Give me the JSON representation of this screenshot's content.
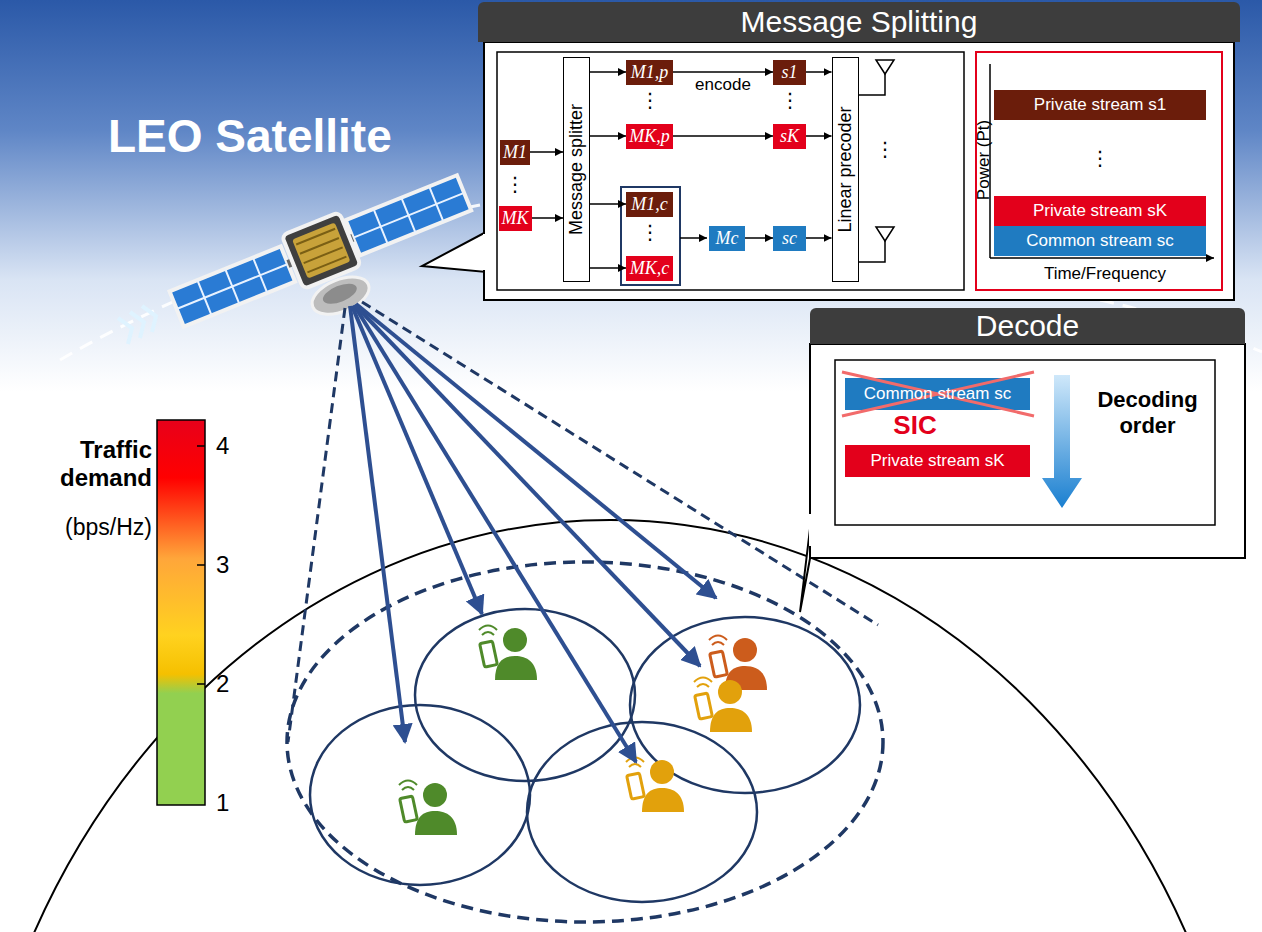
{
  "diagram": {
    "nodes": [
      {
        "text": [
          "Message Splitting"
        ]
      },
      {
        "text": [
          "M1"
        ],
        "in": 0
      },
      {
        "text": [
          "MK"
        ],
        "in": 0
      },
      {
        "text": [
          "Message splitter"
        ],
        "in": 0
      },
      {
        "text": [
          "M1,p"
        ],
        "in": 0
      },
      {
        "text": [
          "MK,p"
        ],
        "in": 0
      },
      {
        "text": [
          "M1,c"
        ],
        "in": 0
      },
      {
        "text": [
          "MK,c"
        ],
        "in": 0
      },
      {
        "text": [
          "Mc"
        ],
        "in": 0
      },
      {
        "text": [
          "s1"
        ],
        "in": 0
      },
      {
        "text": [
          "sK"
        ],
        "in": 0
      },
      {
        "text": [
          "sc"
        ],
        "in": 0
      },
      {
        "text": [
          "Linear precoder"
        ],
        "in": 0
      },
      {
        "text": [
          "Private stream s1"
        ],
        "in": 0
      },
      {
        "text": [
          "Private stream sK"
        ],
        "in": 0
      },
      {
        "text": [
          "Common stream sc"
        ],
        "in": 0
      },
      {
        "text": [
          "Decode"
        ]
      },
      {
        "text": [
          "Common stream sc"
        ],
        "in": 16
      },
      {
        "text": [
          "Private stream sK"
        ],
        "in": 16
      }
    ],
    "edges": [
      {
        "from": 1,
        "to": 3,
        "arrow": "to"
      },
      {
        "from": 2,
        "to": 3,
        "arrow": "to"
      },
      {
        "from": 3,
        "to": 4,
        "arrow": "to"
      },
      {
        "from": 3,
        "to": 5,
        "arrow": "to"
      },
      {
        "from": 3,
        "to": 6,
        "arrow": "to"
      },
      {
        "from": 3,
        "to": 7,
        "arrow": "to"
      },
      {
        "from": 4,
        "to": 9,
        "label": "encode",
        "arrow": "to"
      },
      {
        "from": 5,
        "to": 10,
        "arrow": "to"
      },
      {
        "from": 8,
        "to": 11,
        "arrow": "to"
      },
      {
        "from": 9,
        "to": 12,
        "arrow": "to"
      },
      {
        "from": 10,
        "to": 12,
        "arrow": "to"
      },
      {
        "from": 11,
        "to": 12,
        "arrow": "to"
      }
    ],
    "labels": [
      "LEO Satellite",
      "⋮",
      "⋮",
      "⋮",
      "⋮",
      "⋮",
      "Power (Pt)",
      "Time/Frequency",
      "⋮",
      "SIC",
      "Decoding order",
      "Traffic demand",
      "(bps/Hz)",
      "4",
      "3",
      "2",
      "1"
    ]
  }
}
